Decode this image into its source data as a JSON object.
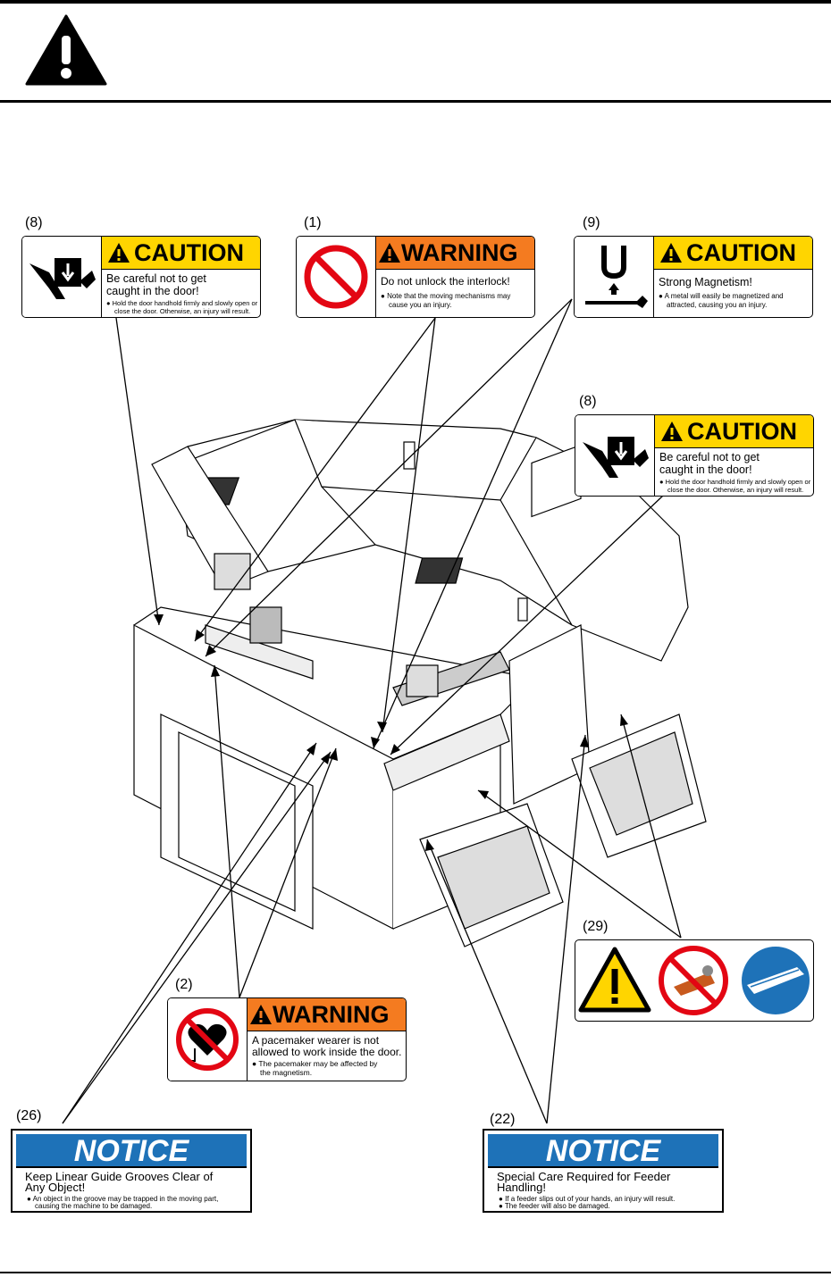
{
  "labels": {
    "top_left": {
      "ref": "(8)",
      "signal_word": "CAUTION",
      "title_line1": "Be careful not to get",
      "title_line2": "caught in the door!",
      "bullet_line1": "Hold the door handhold firmly and slowly open or",
      "bullet_line2": "close the door. Otherwise, an injury will result."
    },
    "top_center": {
      "ref": "(1)",
      "signal_word": "WARNING",
      "title_line1": "Do not unlock the interlock!",
      "bullet_line1": "Note that the moving mechanisms may",
      "bullet_line2": "cause you an injury."
    },
    "top_right": {
      "ref": "(9)",
      "signal_word": "CAUTION",
      "title_line1": "Strong Magnetism!",
      "bullet_line1": "A metal will easily be magnetized and",
      "bullet_line2": "attracted, causing you an injury."
    },
    "mid_right": {
      "ref": "(8)",
      "signal_word": "CAUTION",
      "title_line1": "Be careful not to get",
      "title_line2": "caught in the door!",
      "bullet_line1": "Hold the door handhold firmly and slowly open or",
      "bullet_line2": "close the door. Otherwise, an injury will result."
    },
    "feeder_pictograms": {
      "ref": "(29)"
    },
    "pacemaker": {
      "ref": "(2)",
      "signal_word": "WARNING",
      "title_line1": "A pacemaker wearer is not",
      "title_line2": "allowed to work inside the door.",
      "bullet_line1": "The pacemaker may be affected by",
      "bullet_line2": "the magnetism."
    },
    "notice_left": {
      "ref": "(26)",
      "signal_word": "NOTICE",
      "title_line1": "Keep Linear Guide Grooves Clear of",
      "title_line2": "Any Object!",
      "bullet_line1": "An object in the groove may be trapped in the moving part,",
      "bullet_line2": "causing the machine to be damaged."
    },
    "notice_right": {
      "ref": "(22)",
      "signal_word": "NOTICE",
      "title_line1": "Special Care Required for Feeder",
      "title_line2": "Handling!",
      "bullet_line1": "If a feeder slips out of your hands, an injury will result.",
      "bullet_line2": "The feeder will also be damaged."
    }
  },
  "colors": {
    "caution_yellow": "#ffd500",
    "warning_orange": "#f47b20",
    "notice_blue": "#1e72b8",
    "prohibit_red": "#e30613"
  },
  "icons": [
    "warning-triangle-icon",
    "hand-pinch-icon",
    "prohibited-icon",
    "magnet-icon",
    "wrench-icon",
    "pacemaker-prohibited-icon",
    "feeder-prohibited-icon",
    "linear-guide-icon"
  ]
}
